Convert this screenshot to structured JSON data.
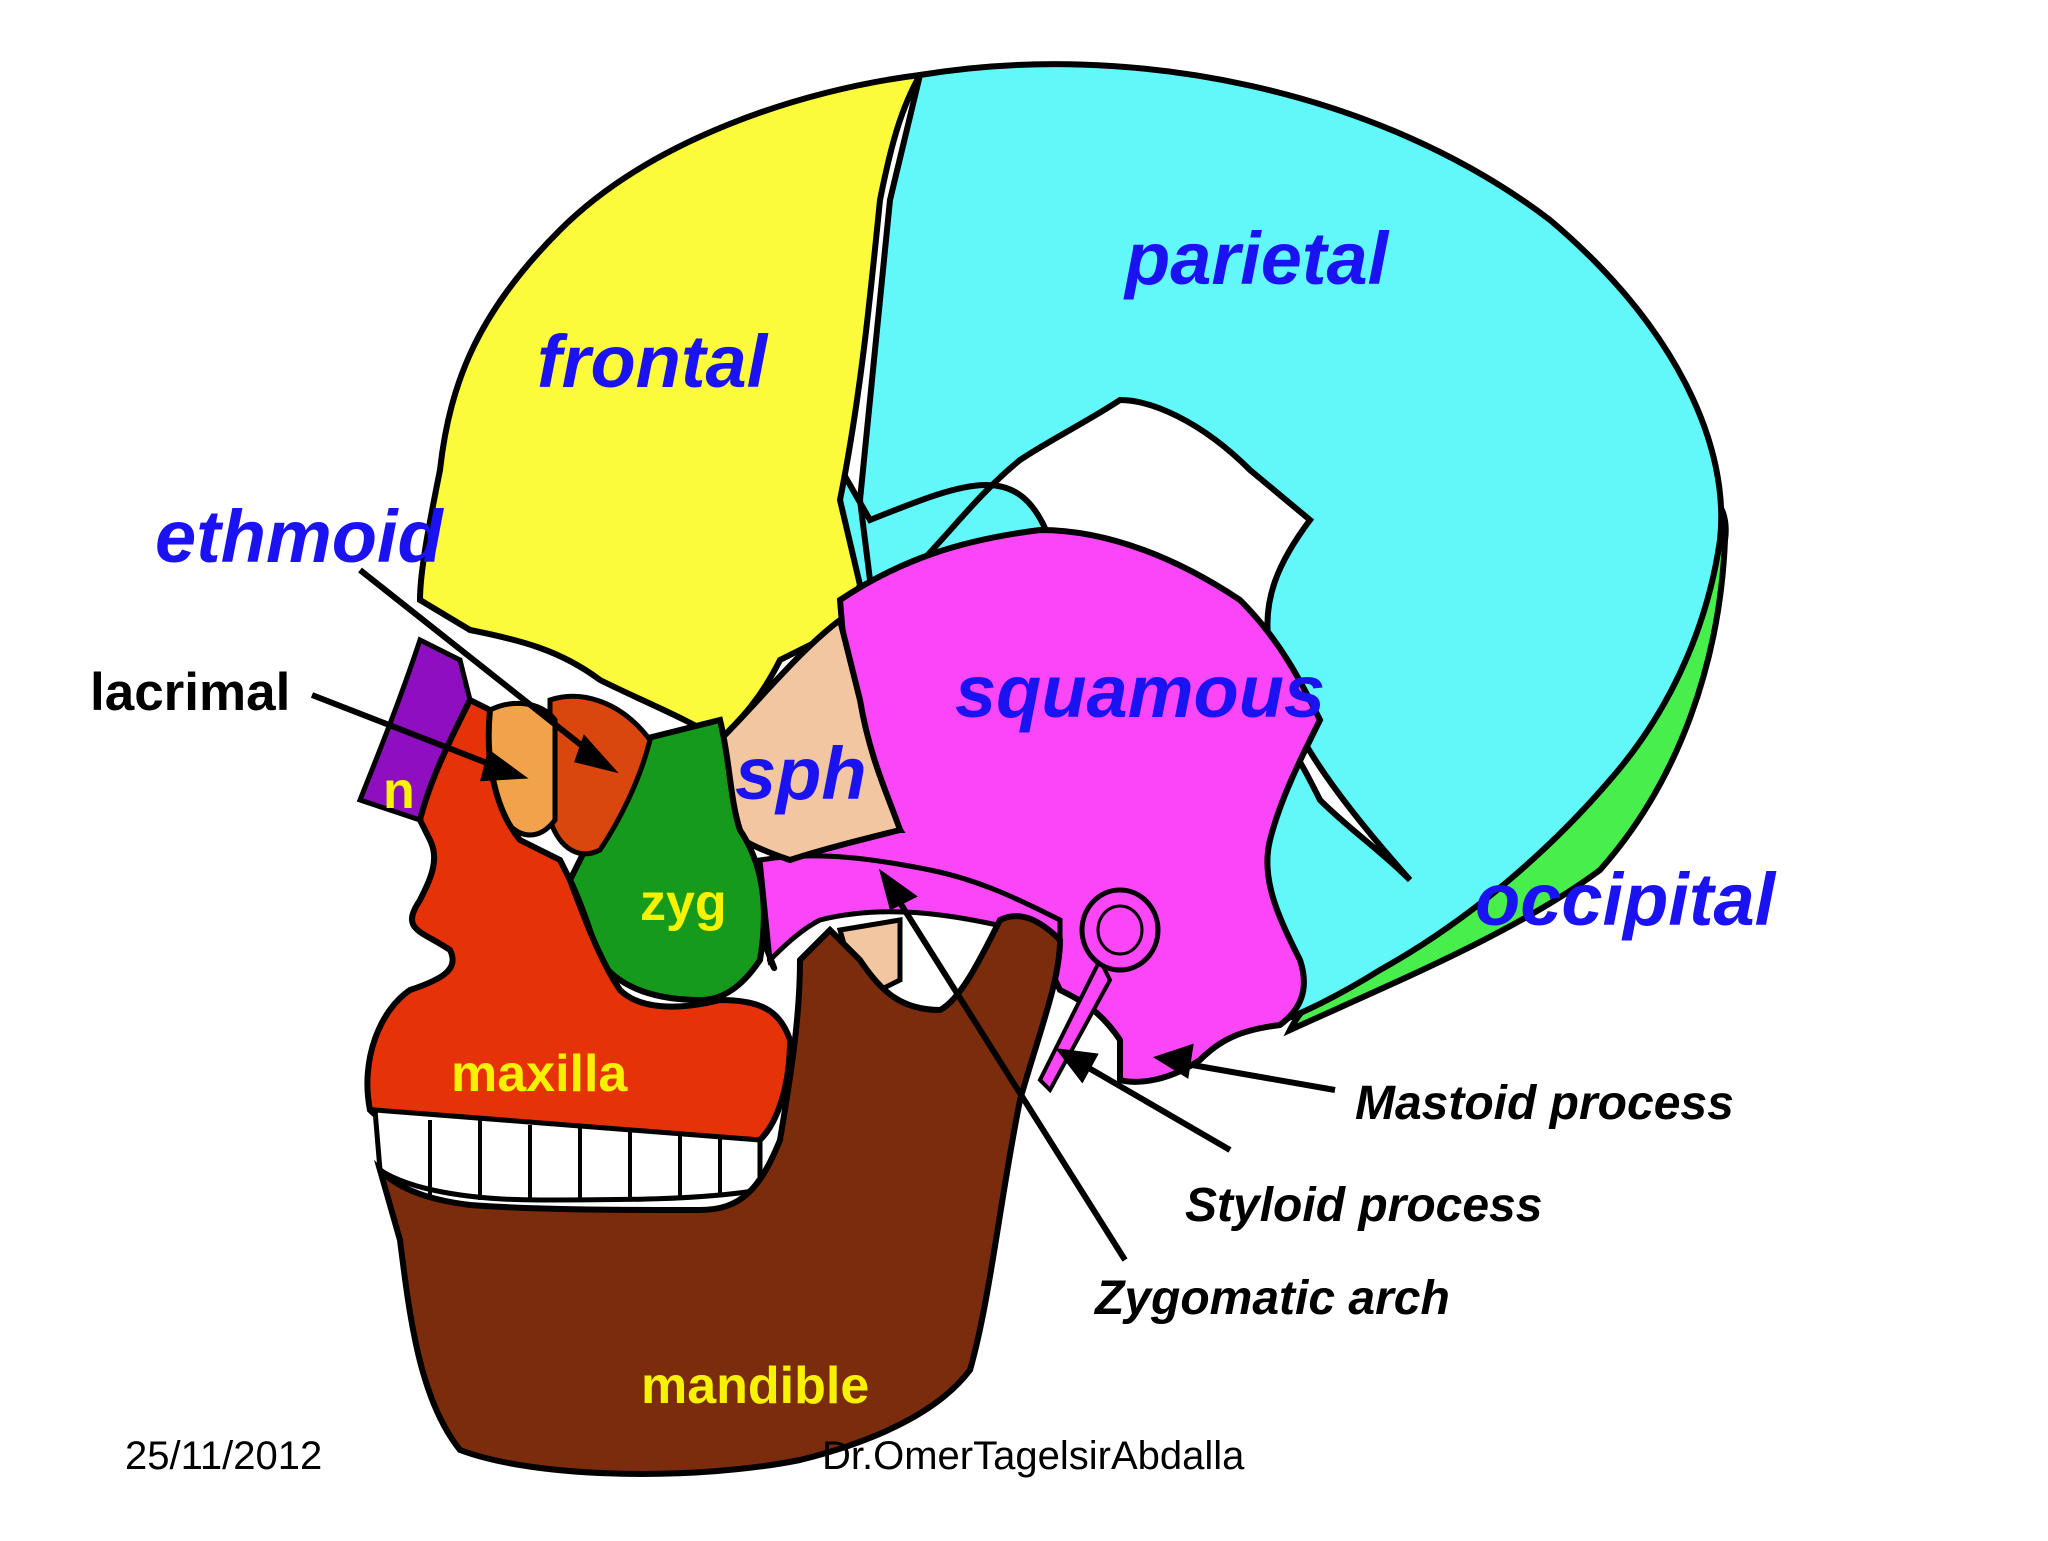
{
  "labels": {
    "parietal": "parietal",
    "frontal": "frontal",
    "ethmoid": "ethmoid",
    "lacrimal": "lacrimal",
    "squamous": "squamous",
    "sph": "sph",
    "n": "n",
    "zyg": "zyg",
    "occipital": "occipital",
    "maxilla": "maxilla",
    "mandible": "mandible",
    "mastoid_process": "Mastoid process",
    "styloid_process": "Styloid process",
    "zygomatic_arch": "Zygomatic arch"
  },
  "footer": {
    "date": "25/11/2012",
    "author": "Dr.OmerTagelsirAbdalla"
  },
  "colors": {
    "frontal": "#fbfb3c",
    "parietal": "#62f8fa",
    "occipital": "#48ef4c",
    "squamous": "#fa46f7",
    "sphenoid": "#f1c6a0",
    "zygomatic": "#159a1b",
    "maxilla": "#e53208",
    "nasal": "#8d0fbf",
    "ethmoid": "#d9470e",
    "lacrimal": "#f2a24a",
    "mandible": "#7a2c0c",
    "teeth": "#ffffff",
    "outline": "#000000",
    "label_blue": "#1a12f0",
    "label_yellow": "#f7f200"
  }
}
